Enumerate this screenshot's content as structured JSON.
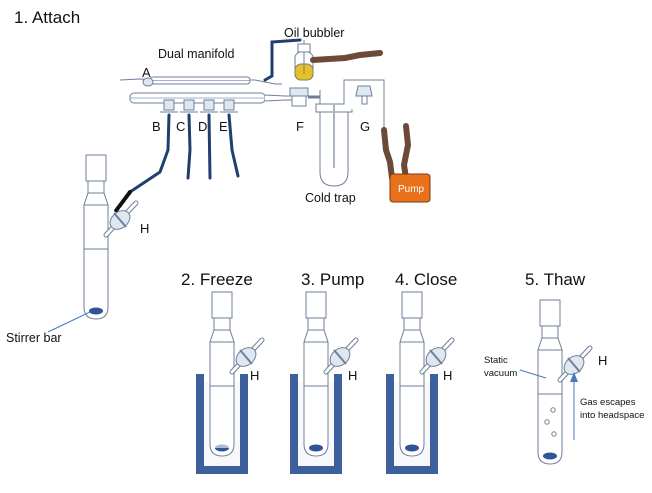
{
  "steps": {
    "attach": "1. Attach",
    "freeze": "2. Freeze",
    "pump": "3. Pump",
    "close": "4. Close",
    "thaw": "5. Thaw"
  },
  "labels": {
    "oil_bubbler": "Oil bubbler",
    "dual_manifold": "Dual manifold",
    "cold_trap": "Cold trap",
    "pump": "Pump",
    "stirrer_bar": "Stirrer bar",
    "static_vacuum_line1": "Static",
    "static_vacuum_line2": "vacuum",
    "gas_escapes_line1": "Gas escapes",
    "gas_escapes_line2": "into headspace"
  },
  "valve_letters": {
    "a": "A",
    "b": "B",
    "c": "C",
    "d": "D",
    "e": "E",
    "f": "F",
    "g": "G",
    "h": "H"
  },
  "colors": {
    "dewar": "#3d5f9c",
    "pump_box": "#e8711a",
    "hose": "#6b4a3a",
    "cable": "#1f3f6e",
    "oil": "#e8c020",
    "stirrer": "#2f5597",
    "glass_outline": "#6f7f9a"
  }
}
